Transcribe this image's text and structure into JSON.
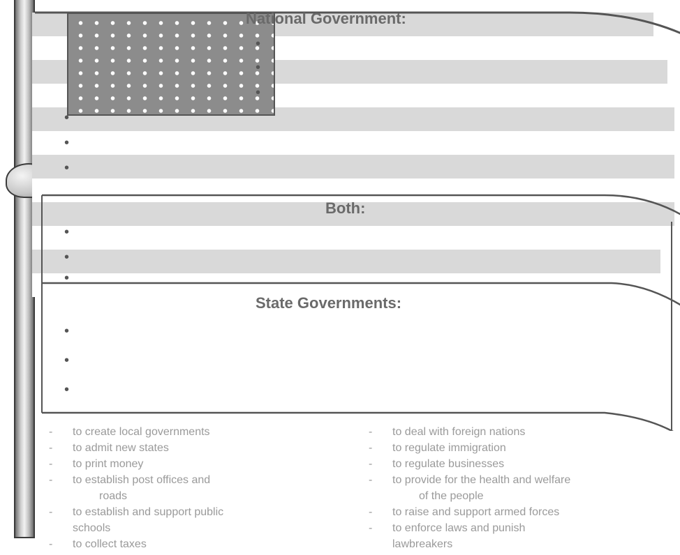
{
  "flag": {
    "national_title": "National Government:",
    "both_title": "Both:",
    "state_title": "State Governments:",
    "bullet": "•"
  },
  "powers_left": [
    "to create local governments",
    "to admit new states",
    "to print money",
    "to establish post offices and",
    "roads",
    "to establish and support public",
    "schools",
    "to collect taxes"
  ],
  "powers_right": [
    "to deal with foreign nations",
    "to regulate immigration",
    "to regulate businesses",
    "to provide for the health and welfare",
    "of the people",
    "to raise and support armed forces",
    "to enforce laws and punish",
    "lawbreakers"
  ]
}
